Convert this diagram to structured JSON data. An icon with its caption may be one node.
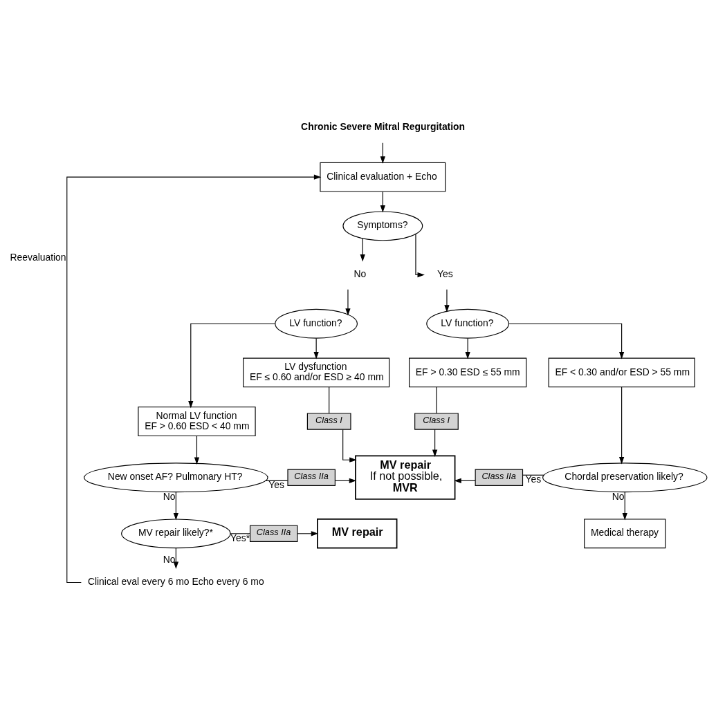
{
  "diagram": {
    "nodes": [
      {
        "text": [
          "Chronic Severe Mitral Regurgitation"
        ]
      },
      {
        "text": [
          "Clinical evaluation + Echo"
        ]
      },
      {
        "text": [
          "Symptoms?"
        ]
      },
      {
        "text": [
          "No"
        ]
      },
      {
        "text": [
          "Yes"
        ]
      },
      {
        "text": [
          "LV function?"
        ]
      },
      {
        "text": [
          "LV function?"
        ]
      },
      {
        "text": [
          "Normal LV function",
          "EF > 0.60 ESD < 40 mm"
        ]
      },
      {
        "text": [
          "LV dysfunction",
          "EF ≤ 0.60 and/or ESD ≥ 40 mm"
        ]
      },
      {
        "text": [
          "EF > 0.30 ESD ≤ 55 mm"
        ]
      },
      {
        "text": [
          "EF < 0.30 and/or ESD > 55 mm"
        ]
      },
      {
        "text": [
          "Class I"
        ]
      },
      {
        "text": [
          "Class I"
        ]
      },
      {
        "text": [
          "New onset AF? Pulmonary HT?"
        ]
      },
      {
        "text": [
          "Chordal preservation likely?"
        ]
      },
      {
        "text": [
          "Class IIa"
        ]
      },
      {
        "text": [
          "MV repair",
          "If not possible,",
          "MVR"
        ]
      },
      {
        "text": [
          "Class IIa"
        ]
      },
      {
        "text": [
          "MV repair likely?*"
        ]
      },
      {
        "text": [
          "Medical therapy"
        ]
      },
      {
        "text": [
          "Class IIa"
        ]
      },
      {
        "text": [
          "MV repair"
        ]
      },
      {
        "text": [
          "Clinical eval every 6 mo Echo every 6 mo"
        ]
      }
    ],
    "edges": [
      {
        "from": 0,
        "to": 1,
        "arrow": "to"
      },
      {
        "from": 1,
        "to": 2,
        "arrow": "to"
      },
      {
        "from": 2,
        "to": 3,
        "arrow": "to"
      },
      {
        "from": 2,
        "to": 4,
        "arrow": "to"
      },
      {
        "from": 3,
        "to": 5,
        "arrow": "to"
      },
      {
        "from": 4,
        "to": 6,
        "arrow": "to"
      },
      {
        "from": 5,
        "to": 7,
        "arrow": "to"
      },
      {
        "from": 5,
        "to": 8,
        "arrow": "to"
      },
      {
        "from": 6,
        "to": 9,
        "arrow": "to"
      },
      {
        "from": 6,
        "to": 10,
        "arrow": "to"
      },
      {
        "from": 8,
        "to": 11,
        "arrow": "none"
      },
      {
        "from": 11,
        "to": 16,
        "arrow": "to"
      },
      {
        "from": 9,
        "to": 12,
        "arrow": "none"
      },
      {
        "from": 12,
        "to": 16,
        "arrow": "to"
      },
      {
        "from": 7,
        "to": 13,
        "arrow": "to"
      },
      {
        "from": 10,
        "to": 14,
        "arrow": "to"
      },
      {
        "from": 13,
        "to": 15,
        "arrow": "none",
        "label": "Yes"
      },
      {
        "from": 15,
        "to": 16,
        "arrow": "to"
      },
      {
        "from": 14,
        "to": 17,
        "arrow": "none",
        "label": "Yes"
      },
      {
        "from": 17,
        "to": 16,
        "arrow": "to"
      },
      {
        "from": 13,
        "to": 18,
        "arrow": "to",
        "label": "No"
      },
      {
        "from": 14,
        "to": 19,
        "arrow": "to",
        "label": "No"
      },
      {
        "from": 18,
        "to": 20,
        "arrow": "none",
        "label": "Yes*"
      },
      {
        "from": 20,
        "to": 21,
        "arrow": "to"
      },
      {
        "from": 18,
        "to": 22,
        "arrow": "to",
        "label": "No"
      },
      {
        "from": 22,
        "to": 1,
        "arrow": "to",
        "label": "Reevaluation"
      }
    ]
  }
}
